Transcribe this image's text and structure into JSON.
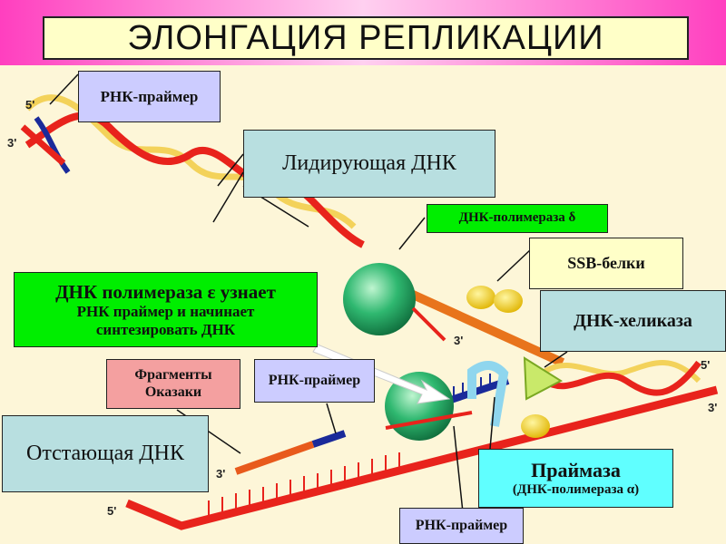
{
  "title": "ЭЛОНГАЦИЯ РЕПЛИКАЦИИ",
  "labels": {
    "rna_primer_top": "РНК-праймер",
    "leading": "Лидирующая ДНК",
    "pol_delta": "ДНК-полимераза  δ",
    "ssb": "SSB-белки",
    "pol_epsilon_line1": "ДНК полимераза ε  узнает",
    "pol_epsilon_line2": "РНК праймер и  начинает",
    "pol_epsilon_line3": "синтезировать  ДНК",
    "helicase": "ДНК-хеликаза",
    "okazaki_line1": "Фрагменты",
    "okazaki_line2": "Оказаки",
    "rna_primer_mid": "РНК-праймер",
    "lagging": "Отстающая  ДНК",
    "primase_line1": "Праймаза",
    "primase_line2": "(ДНК-полимераза α)",
    "rna_primer_bottom": "РНК-праймер"
  },
  "strand_ends": {
    "top_5": "5'",
    "top_3": "3'",
    "right_5": "5'",
    "right_3": "3'",
    "mid_3": "3'",
    "lag_3": "3'",
    "bottom_5": "5'"
  },
  "colors": {
    "title_bg": "#ffffc8",
    "primer_label_bg": "#ccccff",
    "leading_label_bg": "#b8dfe0",
    "polymerase_label_bg": "#00ee00",
    "okazaki_label_bg": "#f4a0a0",
    "primase_label_bg": "#60ffff",
    "dna_red": "#e8231c",
    "dna_yellow": "#f3d25a",
    "enzyme_green": "#2fb870"
  }
}
